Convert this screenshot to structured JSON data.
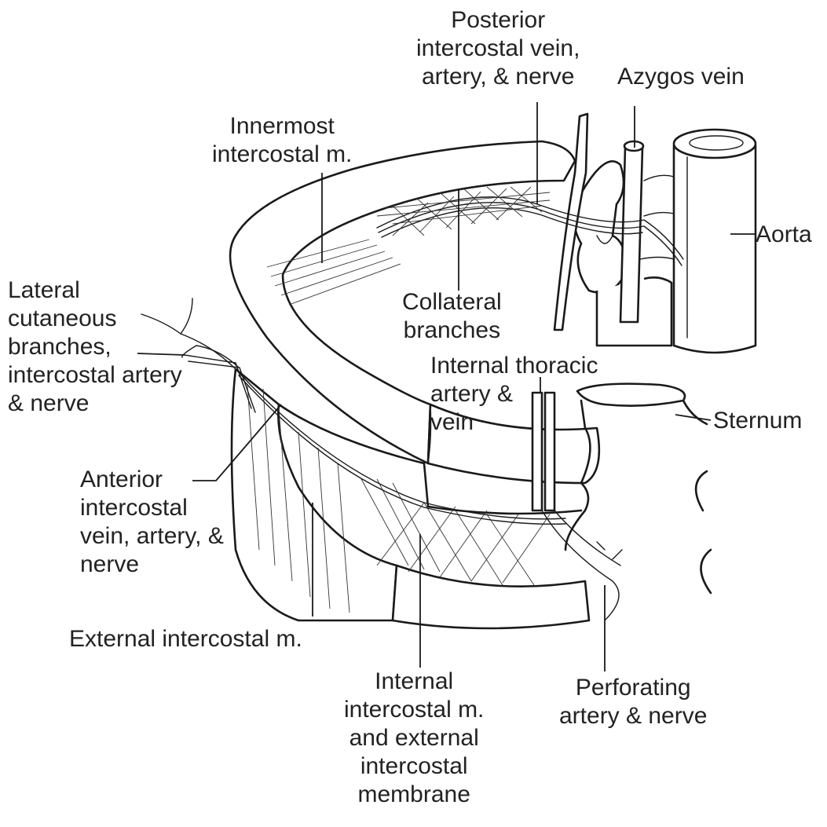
{
  "labels": {
    "posterior": [
      "Posterior",
      "intercostal vein,",
      "artery, & nerve"
    ],
    "azygos": "Azygos vein",
    "innermost": [
      "Innermost",
      "intercostal m."
    ],
    "aorta": "Aorta",
    "lateral": [
      "Lateral",
      "cutaneous",
      "branches,",
      "intercostal artery",
      "& nerve"
    ],
    "collateral": [
      "Collateral",
      "branches"
    ],
    "internal_thoracic": [
      "Internal thoracic",
      "artery &",
      "vein"
    ],
    "sternum": "Sternum",
    "anterior": [
      "Anterior",
      "intercostal",
      "vein, artery, &",
      "nerve"
    ],
    "external": "External intercostal m.",
    "internal_membrane": [
      "Internal",
      "intercostal m.",
      "and external",
      "intercostal",
      "membrane"
    ],
    "perforating": [
      "Perforating",
      "artery & nerve"
    ]
  },
  "colors": {
    "ink": "#1a1a1a",
    "background": "#ffffff",
    "text": "#222222"
  }
}
